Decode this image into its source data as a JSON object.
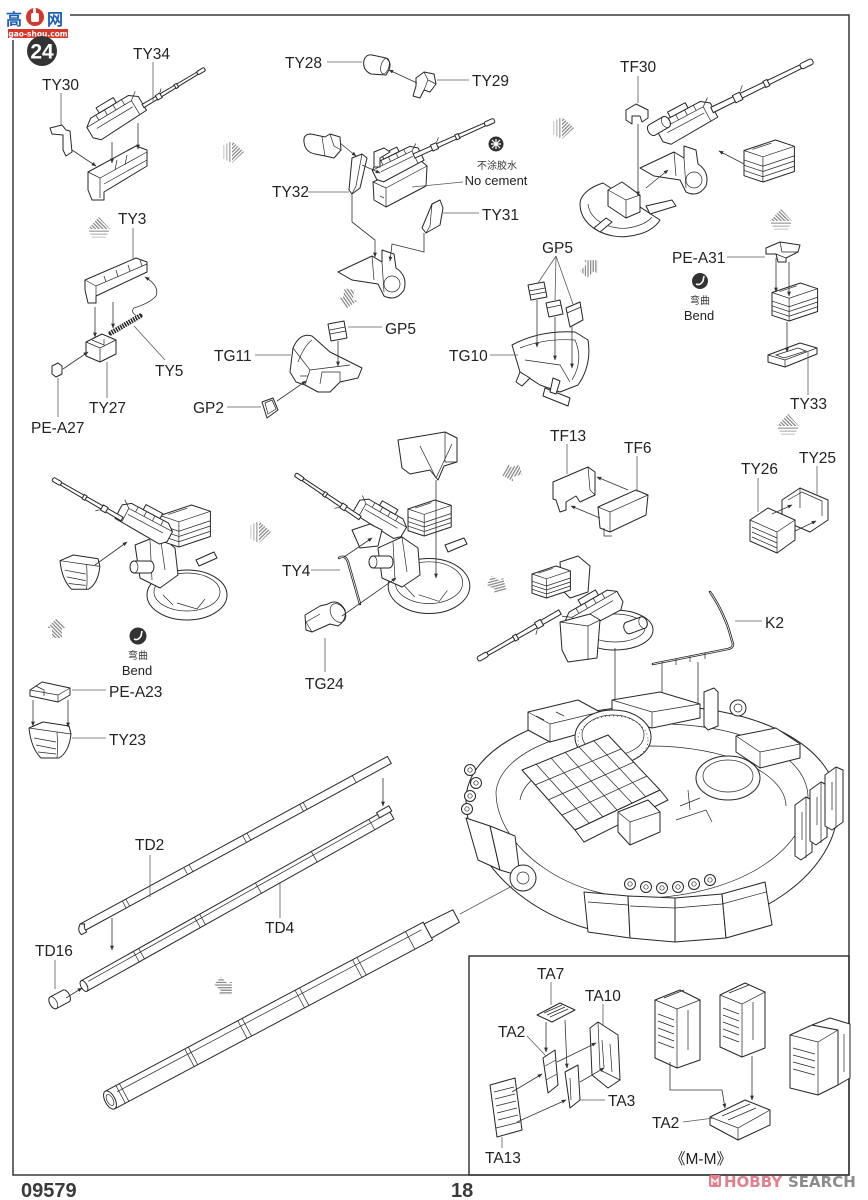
{
  "watermark": {
    "logo_char_1": "高",
    "logo_char_2": "网",
    "logo_domain": "gao-shou.com"
  },
  "step": {
    "number": "24"
  },
  "parts": {
    "ty34": "TY34",
    "ty30": "TY30",
    "ty28": "TY28",
    "ty29": "TY29",
    "ty32": "TY32",
    "ty31": "TY31",
    "tf30": "TF30",
    "ty3": "TY3",
    "ty5": "TY5",
    "ty27": "TY27",
    "pe_a27": "PE-A27",
    "tg11": "TG11",
    "gp5_mount": "GP5",
    "gp2": "GP2",
    "gp5_base": "GP5",
    "tg10": "TG10",
    "pe_a31": "PE-A31",
    "ty33": "TY33",
    "tf13": "TF13",
    "tf6": "TF6",
    "ty26": "TY26",
    "ty25": "TY25",
    "ty4": "TY4",
    "tg24": "TG24",
    "pe_a23": "PE-A23",
    "ty23": "TY23",
    "k2": "K2",
    "td2": "TD2",
    "td4": "TD4",
    "td16": "TD16"
  },
  "notes": {
    "no_cement": {
      "icon": "no-cement-icon",
      "text_cn": "不涂胶水",
      "text_en": "No cement"
    },
    "bend_pe_a31": {
      "icon": "bend-icon",
      "text_cn": "弯曲",
      "text_en": "Bend"
    },
    "bend_pe_a23": {
      "icon": "bend-icon",
      "text_cn": "弯曲",
      "text_en": "Bend"
    }
  },
  "inset": {
    "view_label": "《M-M》",
    "parts": {
      "ta7": "TA7",
      "ta10": "TA10",
      "ta2_front": "TA2",
      "ta3": "TA3",
      "ta13": "TA13",
      "ta2_tray": "TA2"
    }
  },
  "footer": {
    "kit_number": "09579",
    "page_number": "18",
    "source_brand_part1": "HOBBY",
    "source_brand_part2": "SEARCH"
  },
  "colors": {
    "ink": "#262626",
    "step_badge": "#333333",
    "flow_arrow": "#8c8c8c",
    "logo_blue": "#1d5fb5",
    "logo_red": "#d9362b",
    "brand_pink": "#e07f8e",
    "brand_gray": "#8c8c8c"
  }
}
